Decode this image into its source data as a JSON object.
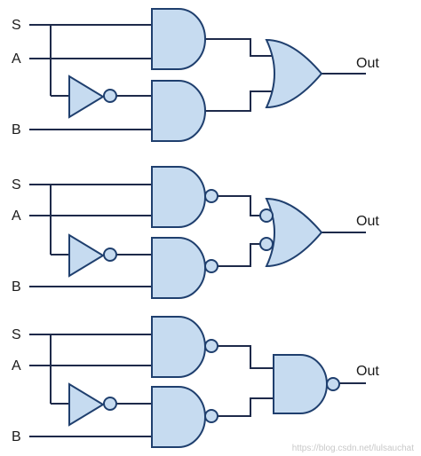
{
  "circuits": [
    {
      "inputs": {
        "s": "S",
        "a": "A",
        "b": "B"
      },
      "output": "Out",
      "first_stage": "AND",
      "second_stage": "OR"
    },
    {
      "inputs": {
        "s": "S",
        "a": "A",
        "b": "B"
      },
      "output": "Out",
      "first_stage": "NAND",
      "second_stage": "OR with inverted inputs"
    },
    {
      "inputs": {
        "s": "S",
        "a": "A",
        "b": "B"
      },
      "output": "Out",
      "first_stage": "NAND",
      "second_stage": "NAND"
    }
  ],
  "watermark": "https://blog.csdn.net/lulsauchat",
  "colors": {
    "gate_fill": "#c6dbf0",
    "gate_stroke": "#1f3f6e",
    "wire": "#1e2a4a"
  }
}
